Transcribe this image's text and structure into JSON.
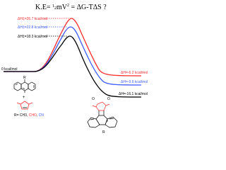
{
  "title": {
    "ke": "K.E= ",
    "half_num": "1",
    "half_den": "2",
    "mv": "mV",
    "sq": "2",
    "rest": " = ΔG-TΔS ?"
  },
  "barriers": [
    {
      "label": "ΔH‡=26.7 kcal/mol",
      "color": "#ff2b2b"
    },
    {
      "label": "ΔH‡=22.8 kcal/mol",
      "color": "#3b5bff"
    },
    {
      "label": "ΔH‡=18.3 kcal/mol",
      "color": "#000000"
    }
  ],
  "products": [
    {
      "label": "ΔH=-6.2 kcal/mol",
      "color": "#ff2b2b"
    },
    {
      "label": "ΔH=-9.6 kcal/mol",
      "color": "#3b5bff"
    },
    {
      "label": "ΔH=-16.1 kcal/mol",
      "color": "#000000"
    }
  ],
  "zero_label": "0 kcal/mol",
  "reactant": {
    "substituent": "R",
    "legend_prefix": "R= ",
    "legend_ch3": "CH3",
    "legend_cho": "CHO",
    "legend_cn": "CN",
    "colors": {
      "ch3": "#000000",
      "cho": "#ff2b2b",
      "cn": "#3b5bff"
    }
  },
  "product_atoms": {
    "o": "O",
    "r": "R"
  },
  "icons": {
    "anthracene": "anthracene-structure-icon",
    "anhydride": "maleic-anhydride-icon",
    "adduct": "cycloadduct-structure-icon"
  }
}
